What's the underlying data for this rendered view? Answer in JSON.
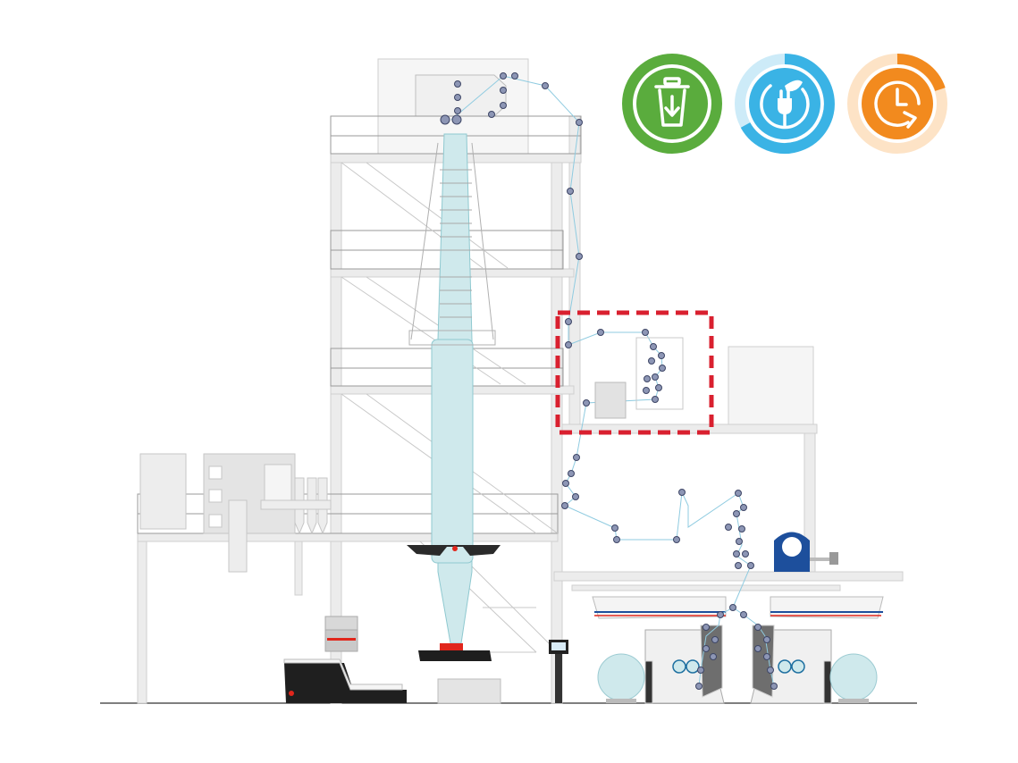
{
  "diagram": {
    "colors": {
      "waste_badge": "#5aac3d",
      "energy_badge": "#3ab3e5",
      "energy_badge_light": "#cdebf8",
      "time_badge": "#f28a1e",
      "time_badge_light": "#fde3c6",
      "highlight_box": "#d9202f",
      "film_bubble": "#cfe9ec",
      "frame_gray": "#e8e8e8",
      "line_gray": "#b8b8b8",
      "roller_fill": "#8d96b5",
      "dryer_blue": "#1d4f9c",
      "accent_red": "#e1261c"
    },
    "badges": [
      {
        "key": "waste",
        "icon": "trash-can-down-arrow-icon"
      },
      {
        "key": "energy",
        "icon": "leaf-plug-icon"
      },
      {
        "key": "time",
        "icon": "clock-arrow-icon"
      }
    ],
    "highlight": {
      "style": "dashed",
      "target": "collapsing-frame-roller-section"
    }
  }
}
